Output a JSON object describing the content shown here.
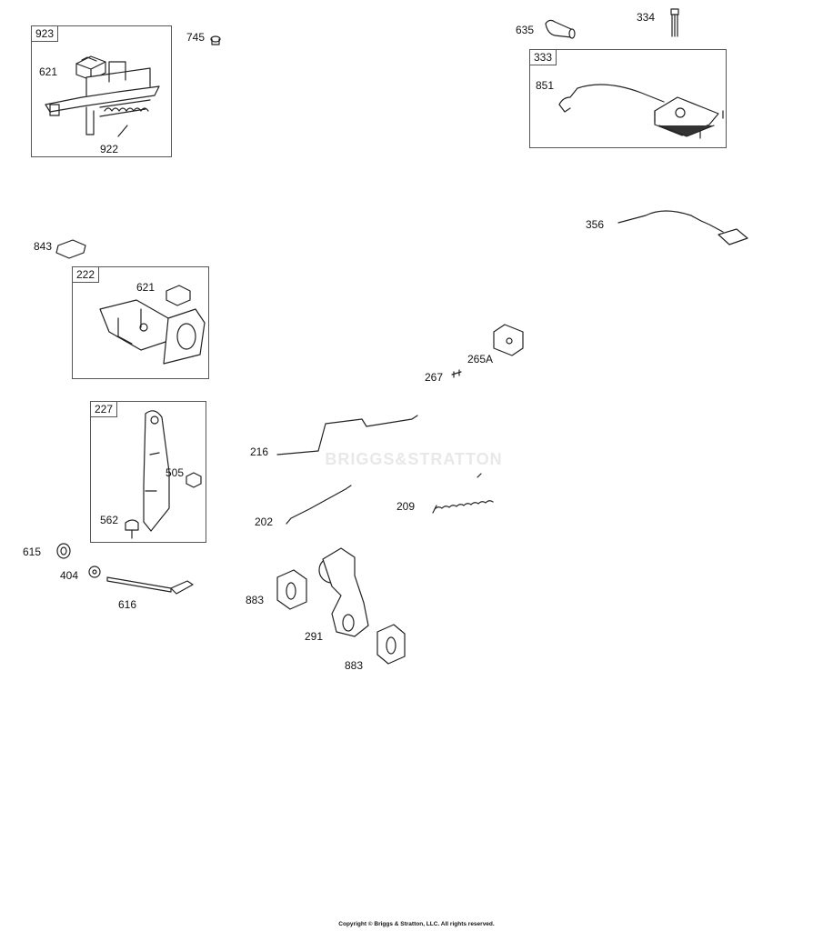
{
  "watermark_text": "BRIGGS&STRATTON",
  "copyright": "Copyright © Briggs & Stratton, LLC. All rights reserved.",
  "boxes": [
    {
      "id": "923",
      "label": "923"
    },
    {
      "id": "222",
      "label": "222"
    },
    {
      "id": "227",
      "label": "227"
    },
    {
      "id": "333",
      "label": "333"
    }
  ],
  "callouts": {
    "c923_621": "621",
    "c922": "922",
    "c745": "745",
    "c635": "635",
    "c334": "334",
    "c851": "851",
    "c356": "356",
    "c843": "843",
    "c222_621": "621",
    "c265a": "265A",
    "c267": "267",
    "c505": "505",
    "c562": "562",
    "c216": "216",
    "c209": "209",
    "c202": "202",
    "c615": "615",
    "c404": "404",
    "c616": "616",
    "c883a": "883",
    "c291": "291",
    "c883b": "883"
  }
}
